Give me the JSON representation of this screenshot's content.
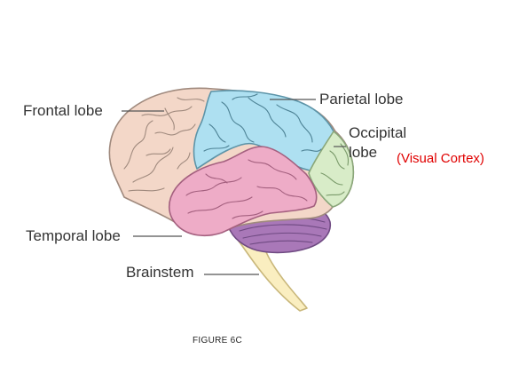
{
  "labels": {
    "frontal": "Frontal lobe",
    "parietal": "Parietal lobe",
    "occipital_line1": "Occipital",
    "occipital_line2": "lobe",
    "temporal": "Temporal lobe",
    "brainstem": "Brainstem",
    "visual_cortex": "(Visual Cortex)"
  },
  "caption": "FIGURE 6C",
  "colors": {
    "frontal": "#f3d7c8",
    "parietal": "#aee0f1",
    "occipital": "#d8ecc8",
    "temporal": "#eeacc7",
    "cerebellum": "#a978b8",
    "brainstem": "#faeec0",
    "annotation": "#e00000"
  }
}
